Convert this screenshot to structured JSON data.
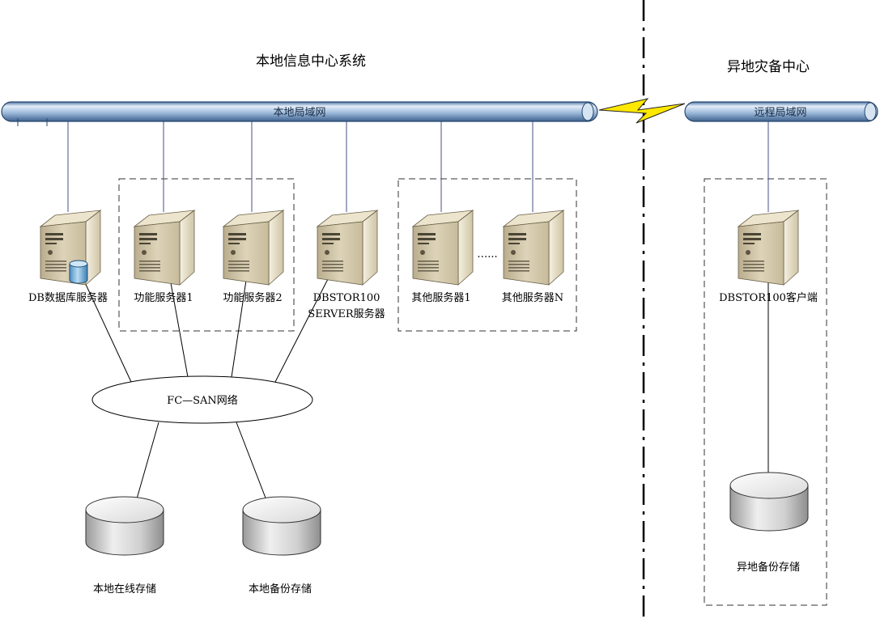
{
  "titles": {
    "local": "本地信息中心系统",
    "remote": "异地灾备中心"
  },
  "networks": {
    "local_lan": "本地局域网",
    "remote_lan": "远程局域网",
    "san": "FC—SAN网络"
  },
  "servers": {
    "db": "DB数据库服务器",
    "func1": "功能服务器1",
    "func2": "功能服务器2",
    "dbstor_line1": "DBSTOR100",
    "dbstor_line2": "SERVER服务器",
    "other1": "其他服务器1",
    "ellipsis": "…...",
    "otherN": "其他服务器N",
    "client": "DBSTOR100客户端"
  },
  "storage": {
    "online": "本地在线存储",
    "backup": "本地备份存储",
    "remote": "异地备份存储"
  },
  "colors": {
    "pipe_light": "#e4eef8",
    "pipe_mid": "#9fbcdc",
    "pipe_dark": "#4f76a6",
    "lightning": "#ffe800",
    "server_front": "#d6ccb0",
    "server_side": "#f2ecdb",
    "db_cylinder": "#7fb6dc",
    "disk_gray": "#c8c8c8"
  },
  "icons": [
    "server-icon",
    "database-cylinder-icon",
    "disk-storage-icon",
    "lightning-icon"
  ]
}
